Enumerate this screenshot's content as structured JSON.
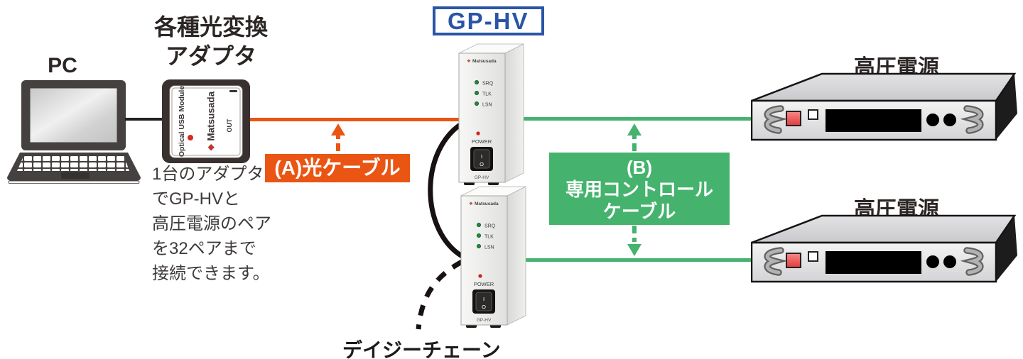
{
  "title_badge": "GP-HV",
  "pc": {
    "label": "PC"
  },
  "adapter": {
    "heading_line1": "各種光変換",
    "heading_line2": "アダプタ",
    "side_label": "Optical USB Module",
    "brand_logo": "❖",
    "brand": "Matsusada",
    "out_label": "OUT"
  },
  "note": {
    "lines": [
      "1台のアダプタ",
      "でGP-HVと",
      "高圧電源のペア",
      "を32ペアまで",
      "接続できます。"
    ]
  },
  "cable_a": {
    "label": "(A)光ケーブル",
    "color": "#ea5514"
  },
  "cable_b": {
    "label_line1": "(B)",
    "label_line2": "専用コントロール",
    "label_line3": "ケーブル",
    "color": "#45b36e"
  },
  "gp_hv_unit": {
    "brand_logo": "❖",
    "brand": "Matsusada",
    "leds": [
      "SRQ",
      "TLK",
      "LSN"
    ],
    "power_label": "POWER",
    "switch_on": "I",
    "switch_off": "O",
    "model_label": "GP-HV"
  },
  "power_supply": {
    "label": "高圧電源"
  },
  "daisy_chain_label": "デイジーチェーン",
  "colors": {
    "accent_blue": "#2a55a5",
    "orange": "#ea5514",
    "green": "#45b36e"
  }
}
